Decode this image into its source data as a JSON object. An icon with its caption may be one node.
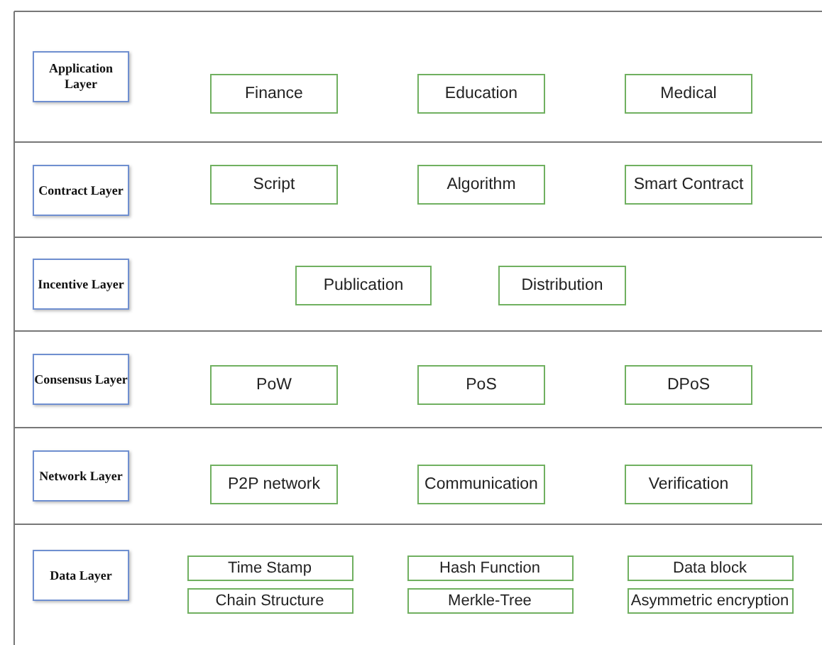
{
  "diagram": {
    "nodes": [
      {
        "text": [
          "Application Layer"
        ]
      },
      {
        "text": [
          "Finance"
        ]
      },
      {
        "text": [
          "Education"
        ]
      },
      {
        "text": [
          "Medical"
        ]
      },
      {
        "text": [
          "Contract Layer"
        ]
      },
      {
        "text": [
          "Script"
        ]
      },
      {
        "text": [
          "Algorithm"
        ]
      },
      {
        "text": [
          "Smart Contract"
        ]
      },
      {
        "text": [
          "Incentive Layer"
        ]
      },
      {
        "text": [
          "Publication"
        ]
      },
      {
        "text": [
          "Distribution"
        ]
      },
      {
        "text": [
          "Consensus Layer"
        ]
      },
      {
        "text": [
          "PoW"
        ]
      },
      {
        "text": [
          "PoS"
        ]
      },
      {
        "text": [
          "DPoS"
        ]
      },
      {
        "text": [
          "Network Layer"
        ]
      },
      {
        "text": [
          "P2P network"
        ]
      },
      {
        "text": [
          "Communication"
        ]
      },
      {
        "text": [
          "Verification"
        ]
      },
      {
        "text": [
          "Data Layer"
        ]
      },
      {
        "text": [
          "Time Stamp"
        ]
      },
      {
        "text": [
          "Hash Function"
        ]
      },
      {
        "text": [
          "Data block"
        ]
      },
      {
        "text": [
          "Chain Structure"
        ]
      },
      {
        "text": [
          "Merkle-Tree"
        ]
      },
      {
        "text": [
          "Asymmetric encryption"
        ]
      }
    ],
    "edges": []
  }
}
